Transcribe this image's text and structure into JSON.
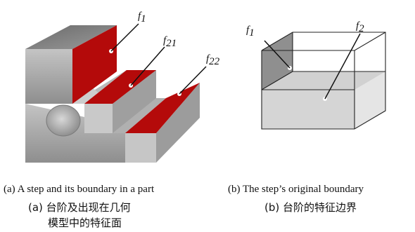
{
  "figure_a": {
    "labels": [
      {
        "base": "f",
        "sub": "1"
      },
      {
        "base": "f",
        "sub": "21"
      },
      {
        "base": "f",
        "sub": "22"
      }
    ],
    "caption_en": "(a) A step and its boundary in a part",
    "caption_zh_line1": "(a) 台阶及出现在几何",
    "caption_zh_line2": "模型中的特征面"
  },
  "figure_b": {
    "labels": [
      {
        "base": "f",
        "sub": "1"
      },
      {
        "base": "f",
        "sub": "2"
      }
    ],
    "caption_en": "(b) The step’s original boundary",
    "caption_zh": "(b) 台阶的特征边界"
  },
  "colors": {
    "feature_face": "#b40a0a",
    "part_gray": "#a9a9a9",
    "box_gray": "#bfbfbf"
  }
}
